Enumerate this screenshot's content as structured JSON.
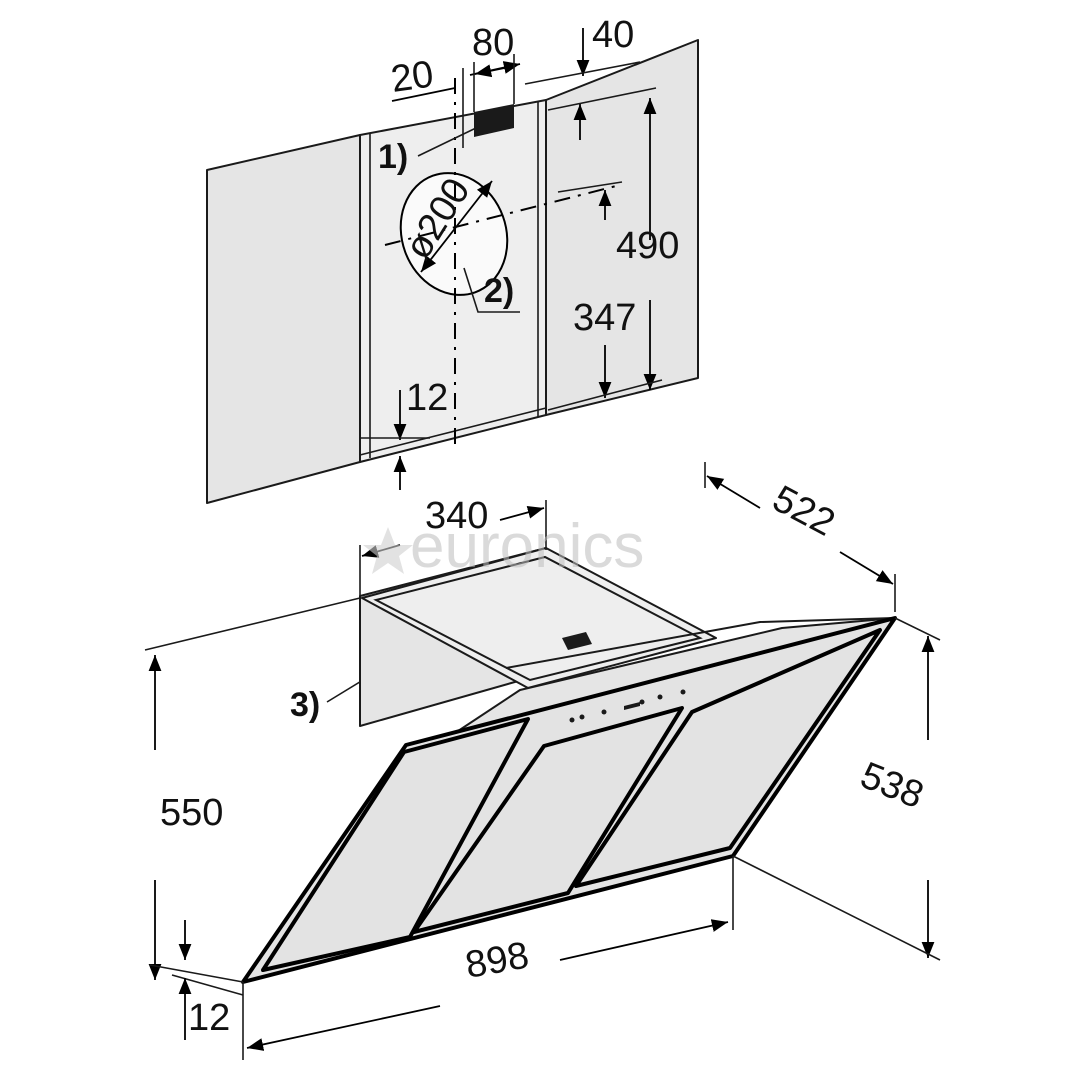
{
  "watermark": "euronics",
  "dimensions": {
    "duct_offset": "20",
    "duct_width": "80",
    "top_offset": "40",
    "duct_diameter": "ø200",
    "height_to_outlet": "490",
    "height_to_center": "347",
    "bottom_gap": "12",
    "hood_top_width": "340",
    "hood_depth": "522",
    "hood_height_front": "550",
    "hood_height_side": "538",
    "hood_width": "898",
    "glass_thickness": "12"
  },
  "callouts": {
    "c1": "1)",
    "c2": "2)",
    "c3": "3)"
  }
}
